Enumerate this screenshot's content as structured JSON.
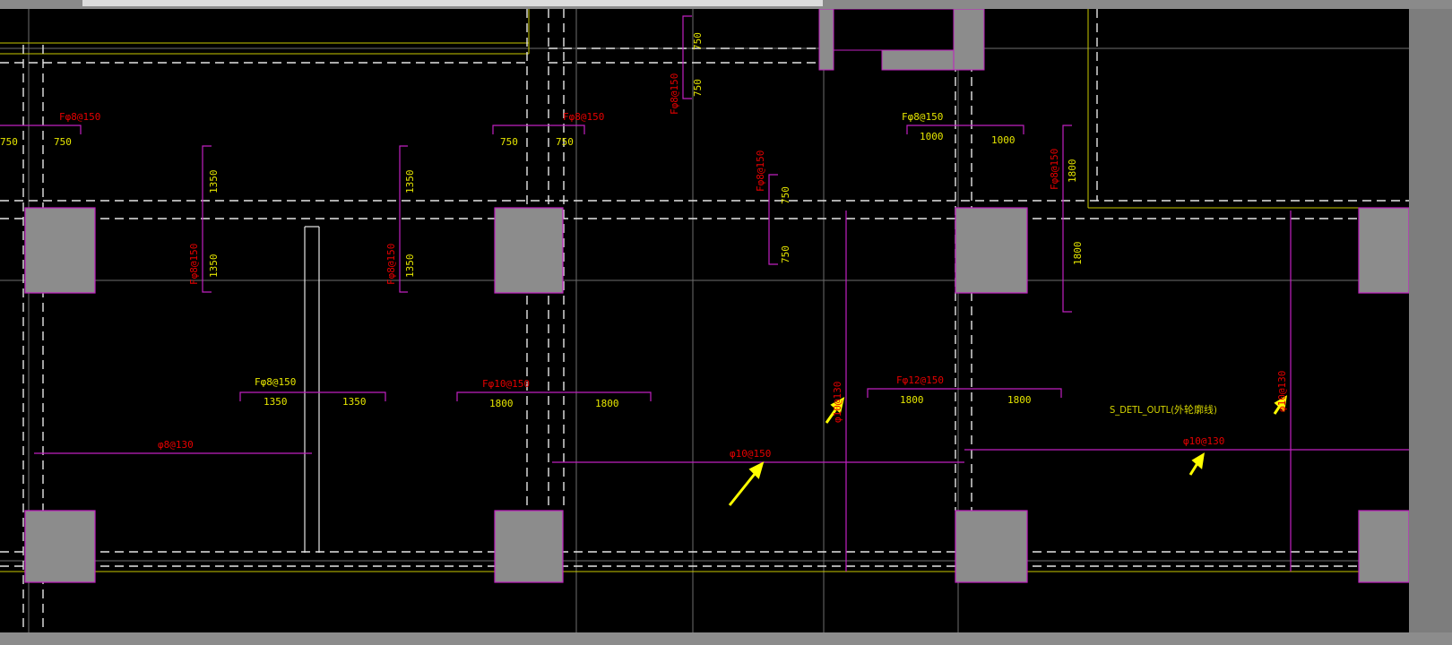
{
  "colors": {
    "background": "#000000",
    "frame": "#7a7a7a",
    "rebar_line": "#c020c0",
    "column_fill": "#8c8c8c",
    "grid_line": "#6e6e6e",
    "dashed_beam": "#e6e6e6",
    "outline_yellow": "#c8c800",
    "dimension_text": "#e6e600",
    "rebar_label": "#e60000",
    "arrow": "#ffff00"
  },
  "layer_label": "S_DETL_OUTL(外轮廓线)",
  "rebar_labels": {
    "top_1": "Fφ8@150",
    "top_2": "Fφ8@150",
    "top_vert": "Fφ8@150",
    "top_4": "Fφ8@150",
    "vert_left_1": "Fφ8@150",
    "vert_left_2": "Fφ8@150",
    "vert_mid": "Fφ8@150",
    "vert_right": "Fφ8@150",
    "mid_1": "Fφ8@150",
    "mid_2": "Fφ10@150",
    "mid_3": "Fφ12@150",
    "bottom_1": "φ8@130",
    "bottom_2": "φ10@150",
    "bottom_3": "φ10@130",
    "vert_bottom_1": "φ10@130",
    "vert_bottom_2": "φ10@130"
  },
  "dims": {
    "d750_a": "750",
    "d750_b": "750",
    "d750_c": "750",
    "d750_d": "750",
    "d750_top_1": "750",
    "d750_top_2": "750",
    "d750_mid_1": "750",
    "d750_mid_2": "750",
    "d1000_a": "1000",
    "d1000_b": "1000",
    "d1800_vert_1": "1800",
    "d1800_vert_2": "1800",
    "d1350_v1": "1350",
    "d1350_v2": "1350",
    "d1350_v3": "1350",
    "d1350_v4": "1350",
    "d1350_h1": "1350",
    "d1350_h2": "1350",
    "d1800_h1": "1800",
    "d1800_h2": "1800",
    "d1800_h3": "1800",
    "d1800_h4": "1800"
  }
}
